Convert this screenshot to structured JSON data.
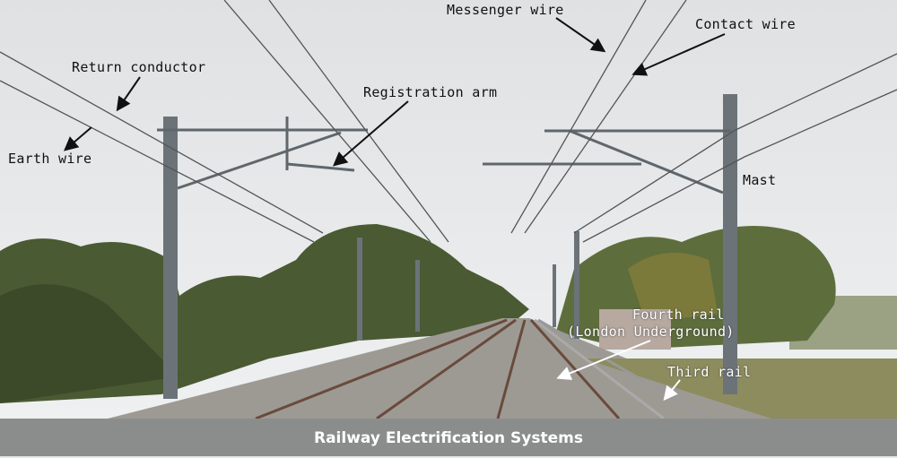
{
  "labels": {
    "messenger_wire": "Messenger wire",
    "contact_wire": "Contact wire",
    "return_conductor": "Return conductor",
    "registration_arm": "Registration arm",
    "earth_wire": "Earth wire",
    "mast": "Mast",
    "fourth_rail": "Fourth rail",
    "fourth_rail_note": "(London Underground)",
    "third_rail": "Third rail"
  },
  "caption": "Railway Electrification Systems"
}
